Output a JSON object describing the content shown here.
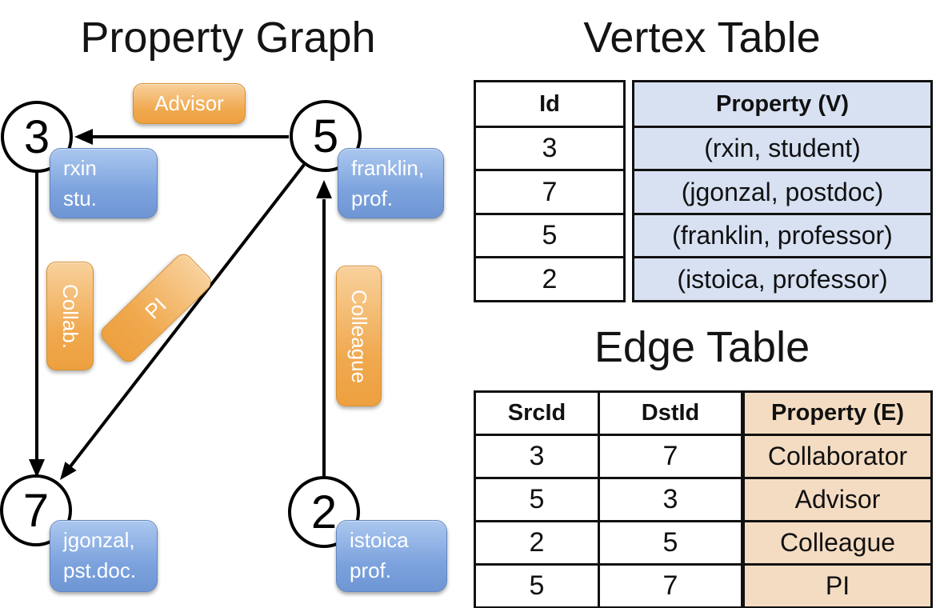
{
  "graph": {
    "title": "Property Graph",
    "vertices": [
      {
        "id": "3",
        "name_line": "rxin",
        "role_line": "stu."
      },
      {
        "id": "5",
        "name_line": "franklin,",
        "role_line": "prof."
      },
      {
        "id": "7",
        "name_line": "jgonzal,",
        "role_line": "pst.doc."
      },
      {
        "id": "2",
        "name_line": "istoica",
        "role_line": "prof."
      }
    ],
    "edge_labels": {
      "advisor": "Advisor",
      "collab": "Collab.",
      "pi": "PI",
      "colleague": "Colleague"
    }
  },
  "vertex_table": {
    "title": "Vertex Table",
    "id_header": "Id",
    "property_header": "Property (V)",
    "rows": [
      {
        "id": "3",
        "property": "(rxin, student)"
      },
      {
        "id": "7",
        "property": "(jgonzal, postdoc)"
      },
      {
        "id": "5",
        "property": "(franklin, professor)"
      },
      {
        "id": "2",
        "property": "(istoica, professor)"
      }
    ]
  },
  "edge_table": {
    "title": "Edge Table",
    "src_header": "SrcId",
    "dst_header": "DstId",
    "property_header": "Property (E)",
    "rows": [
      {
        "src": "3",
        "dst": "7",
        "property": "Collaborator"
      },
      {
        "src": "5",
        "dst": "3",
        "property": "Advisor"
      },
      {
        "src": "2",
        "dst": "5",
        "property": "Colleague"
      },
      {
        "src": "5",
        "dst": "7",
        "property": "PI"
      }
    ]
  },
  "colors": {
    "node_box_blue": "#7da3de",
    "edge_label_orange": "#f0a94f",
    "vertex_table_fill": "#d7e1f2",
    "edge_table_fill": "#f4dcc2",
    "stroke": "#000000"
  }
}
